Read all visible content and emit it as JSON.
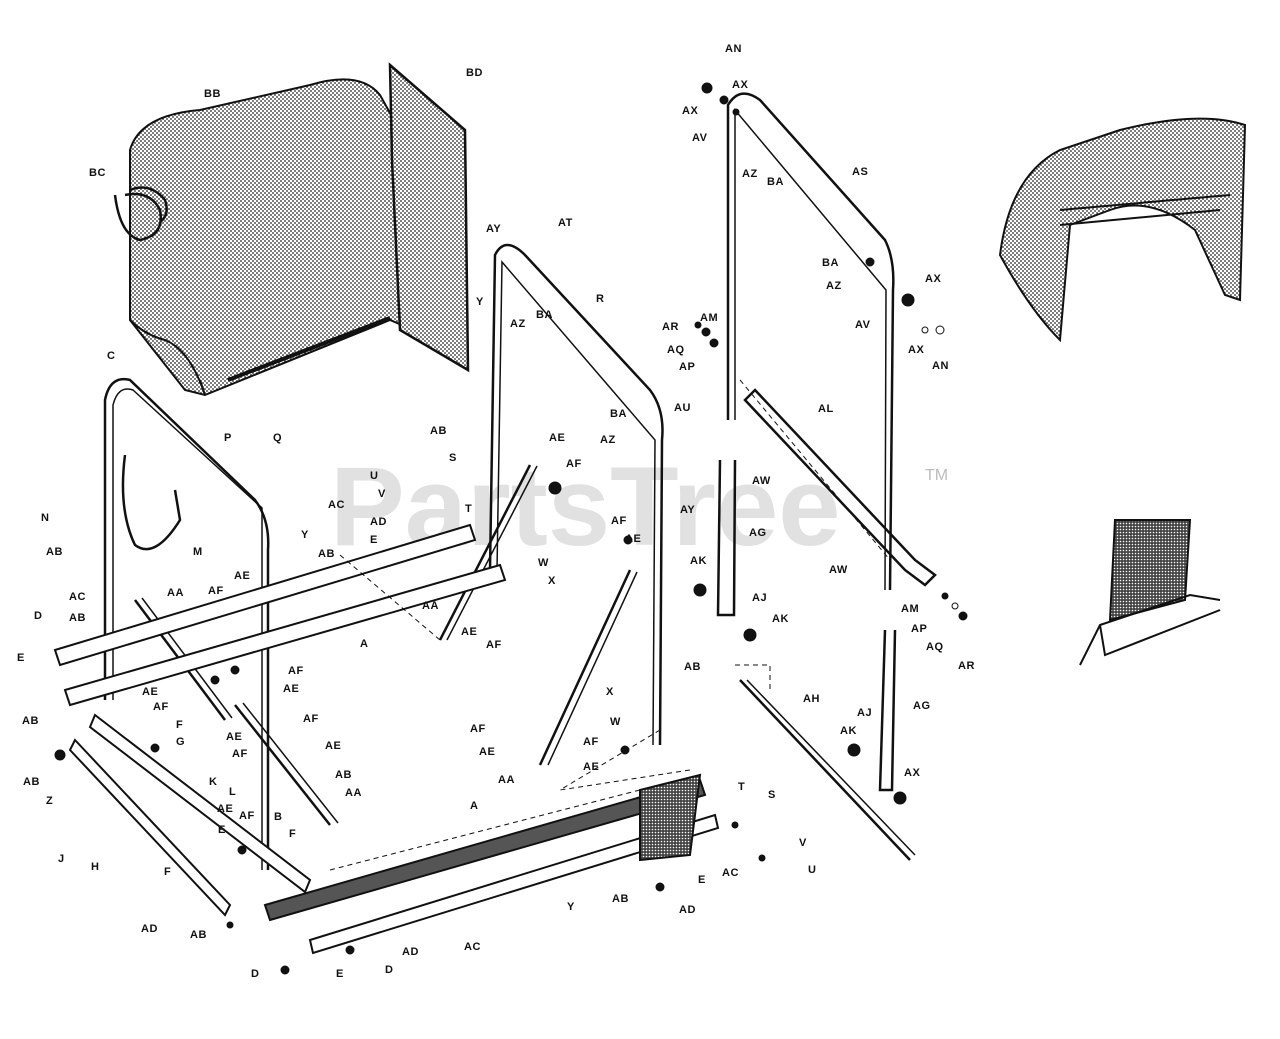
{
  "watermark": {
    "text": "PartsTree",
    "trademark": "TM"
  },
  "labels": {
    "bb": "BB",
    "bd": "BD",
    "bc": "BC",
    "y_bag": "Y",
    "an_top": "AN",
    "ax_top": "AX",
    "ax_top2": "AX",
    "av_top": "AV",
    "az_top": "AZ",
    "ba_top": "BA",
    "as": "AS",
    "ba_mid": "BA",
    "az_mid": "AZ",
    "ax_mid": "AX",
    "av_mid": "AV",
    "ax_mid2": "AX",
    "an_mid": "AN",
    "ay_top": "AY",
    "at": "AT",
    "az_r": "AZ",
    "ba_r": "BA",
    "r": "R",
    "ar_l": "AR",
    "am_l": "AM",
    "aq_l": "AQ",
    "ap_l": "AP",
    "ab_mid": "AB",
    "ba_r2": "BA",
    "az_r2": "AZ",
    "au": "AU",
    "al": "AL",
    "aw_1": "AW",
    "ay_mid": "AY",
    "ag_mid": "AG",
    "aw_2": "AW",
    "c": "C",
    "p": "P",
    "q": "Q",
    "u_top": "U",
    "s_top": "S",
    "v_top": "V",
    "t_top": "T",
    "ae_mid": "AE",
    "af_mid": "AF",
    "n": "N",
    "ab_left": "AB",
    "m": "M",
    "ac_mid": "AC",
    "ad_mid": "AD",
    "e_mid": "E",
    "y_mid": "Y",
    "ab_mid2": "AB",
    "w_mid": "W",
    "x_mid": "X",
    "af_mid2": "AF",
    "ae_mid2": "AE",
    "ak_mid": "AK",
    "aj_mid": "AJ",
    "ak_mid2": "AK",
    "ab_right": "AB",
    "am_r": "AM",
    "ap_r": "AP",
    "aq_r": "AQ",
    "ar_r": "AR",
    "ac_l": "AC",
    "aa_l": "AA",
    "ab_l2": "AB",
    "af_l": "AF",
    "ae_l": "AE",
    "d_l": "D",
    "e_l": "E",
    "a_mid": "A",
    "aa_mid": "AA",
    "ae_mid3": "AE",
    "af_mid3": "AF",
    "af_l2": "AF",
    "ae_l2": "AE",
    "ae_l3": "AE",
    "af_l3": "AF",
    "f_l": "F",
    "g_l": "G",
    "ae_l4": "AE",
    "af_l4": "AF",
    "ab_l3": "AB",
    "ab_l4": "AB",
    "af_c": "AF",
    "ae_c": "AE",
    "ab_c": "AB",
    "aa_c": "AA",
    "x_c": "X",
    "w_c": "W",
    "af_c2": "AF",
    "ae_c2": "AE",
    "af_c3": "AF",
    "ae_c3": "AE",
    "aa_c2": "AA",
    "ah": "AH",
    "aj_r": "AJ",
    "ag_r": "AG",
    "ak_r": "AK",
    "ax_r": "AX",
    "z": "Z",
    "k": "K",
    "l": "L",
    "ae_b": "AE",
    "af_b": "AF",
    "e_b": "E",
    "b_b": "B",
    "f_b": "F",
    "f_b2": "F",
    "j": "J",
    "h": "H",
    "a_b": "A",
    "t_b": "T",
    "s_b": "S",
    "v_b": "V",
    "u_b": "U",
    "e_b2": "E",
    "ac_b": "AC",
    "ab_b": "AB",
    "ad_b": "AD",
    "y_b": "Y",
    "ad_bl": "AD",
    "ab_bl": "AB",
    "ad_bc": "AD",
    "ac_bc": "AC",
    "e_bc": "E",
    "d_bc": "D",
    "d_bl": "D"
  }
}
